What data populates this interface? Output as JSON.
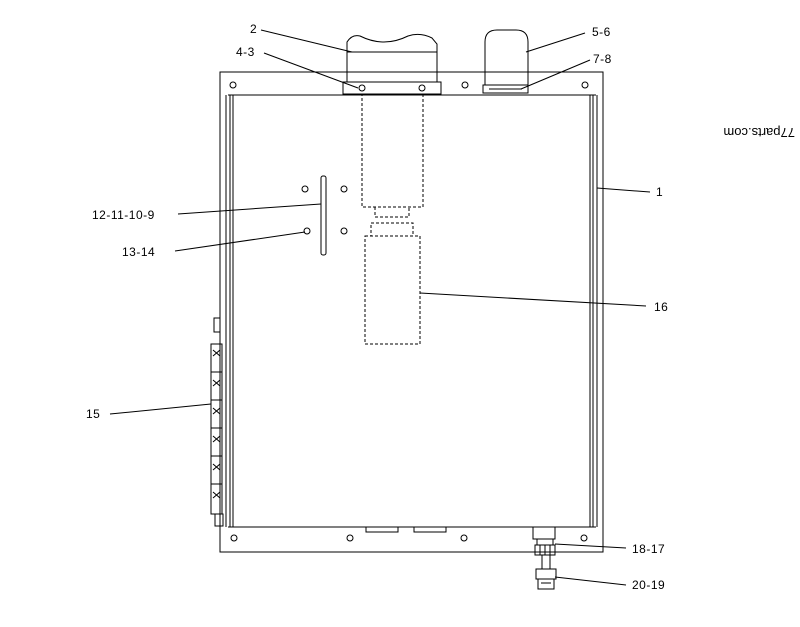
{
  "labels": {
    "l_2": "2",
    "l_4_3": "4-3",
    "l_5_6": "5-6",
    "l_7_8": "7-8",
    "l_1": "1",
    "l_12_11_10_9": "12-11-10-9",
    "l_13_14": "13-14",
    "l_16": "16",
    "l_15": "15",
    "l_18_17": "18-17",
    "l_20_19": "20-19"
  },
  "watermark": "77parts.com"
}
